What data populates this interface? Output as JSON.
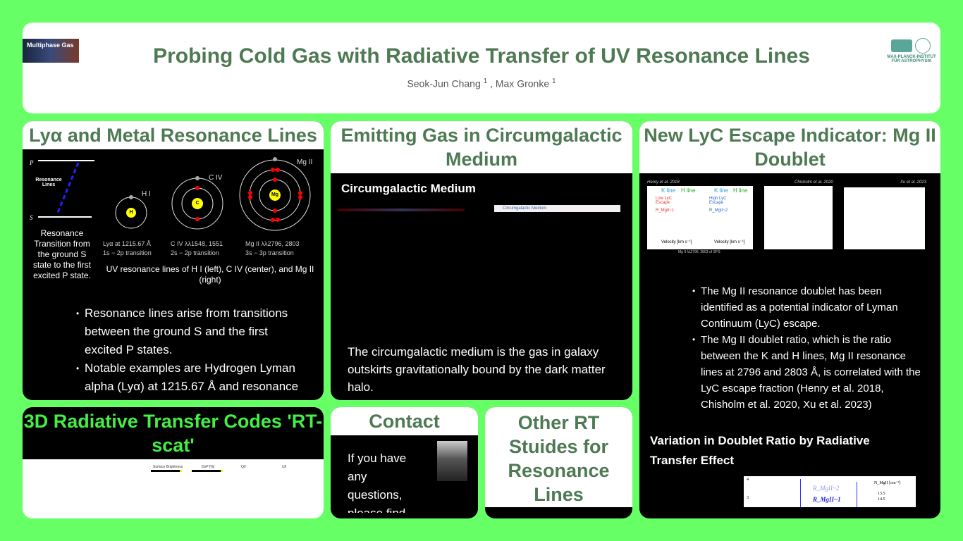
{
  "header": {
    "title": "Probing Cold Gas with Radiative Transfer of UV Resonance Lines",
    "authors": [
      {
        "name": "Seok-Jun Chang",
        "aff": "1"
      },
      {
        "name": "Max Gronke",
        "aff": "1"
      }
    ],
    "logo_left_text": "Multiphase Gas",
    "logo_right_text": "MAX-PLANCK-INSTITUT FÜR ASTROPHYSIK"
  },
  "panel1": {
    "title": "Lyα and Metal Resonance Lines",
    "diagram": {
      "p_label": "P",
      "s_label": "S",
      "arrow_label": "Resonance Lines",
      "side_caption": "Resonance Transition from the ground S state to the first excited P state.",
      "atoms": [
        {
          "symbol": "H",
          "name": "H I",
          "line": "Lyα at 1215.67 Å",
          "transition": "1s − 2p transition"
        },
        {
          "symbol": "C",
          "name": "C IV",
          "line": "C IV λλ1548, 1551",
          "transition": "2s − 2p transition"
        },
        {
          "symbol": "Mg",
          "name": "Mg II",
          "line": "Mg II λλ2796, 2803",
          "transition": "3s − 3p transition"
        }
      ],
      "caption": "UV resonance lines of H I (left), C IV (center), and Mg II (right)"
    },
    "bullets": [
      "Resonance lines arise from transitions between the ground S and the first excited P states.",
      "Notable examples are Hydrogen Lyman alpha (Lyα) at 1215.67 Å and resonance"
    ]
  },
  "panel2": {
    "title": "3D Radiative Transfer Codes 'RT-scat'",
    "labels": [
      "Surface Brightness",
      "DoP [%]",
      "Q/I",
      "U/I"
    ]
  },
  "panel3": {
    "title": "Emitting Gas in Circumgalactic Medium",
    "subtitle": "Circumgalactic Medium",
    "image_label": "Circumgalactic Medium",
    "text": "The circumgalactic medium is the gas in galaxy outskirts gravitationally bound by the dark matter halo."
  },
  "contact": {
    "title": "Contact",
    "text": "If you have any questions, please find"
  },
  "other": {
    "title": "Other RT Stuides for Resonance Lines"
  },
  "panel4": {
    "title": "New LyC Escape Indicator: Mg II Doublet",
    "figs": [
      {
        "label": "Henry et al. 2018",
        "caption": "Mg II λλ2796, 2803 of SFG",
        "k": "K line",
        "h": "H line",
        "low": "Low LyC Escape",
        "high": "High LyC Escape",
        "r1": "R_MgII~1",
        "r2": "R_MgII~2",
        "xlabel": "Velocity [km s⁻¹]"
      },
      {
        "label": "Chisholm et al. 2020"
      },
      {
        "label": "Xu et al. 2023"
      }
    ],
    "bullets": [
      "The Mg II resonance doublet has been identified as a potential indicator of Lyman Continuum (LyC) escape.",
      "The Mg II doublet ratio, which is the ratio between the K and H lines, Mg II resonance lines at 2796 and 2803 Å, is correlated with the LyC escape fraction (Henry et al. 2018, Chisholm et al. 2020, Xu et al. 2023)"
    ],
    "subheading": "Variation in Doublet Ratio by Radiative Transfer Effect",
    "plot": {
      "r2": "R_MgII~2",
      "r1": "R_MgII~1",
      "legend_title": "N_MgII [cm⁻²]",
      "legend": [
        "13.5",
        "14.5"
      ],
      "yticks": [
        "4",
        "3"
      ]
    }
  },
  "colors": {
    "background": "#66ff66",
    "title": "#4e7a53",
    "rtscat": "#44ee44"
  }
}
